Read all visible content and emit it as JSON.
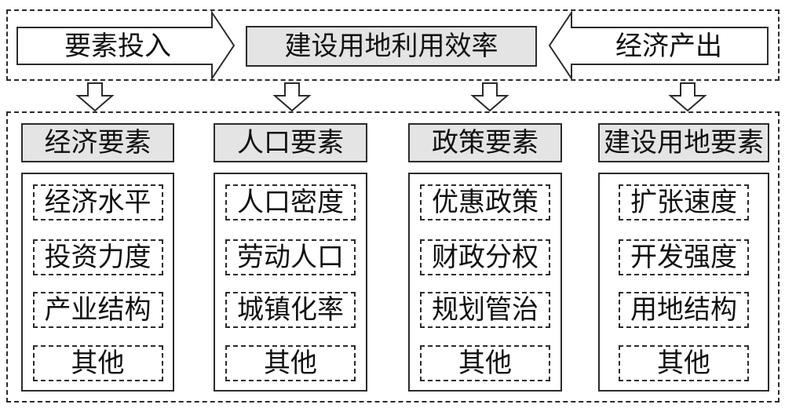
{
  "diagram": {
    "input_label": "要素投入",
    "center_label": "建设用地利用效率",
    "output_label": "经济产出"
  },
  "columns": [
    {
      "header": "经济要素",
      "items": [
        "经济水平",
        "投资力度",
        "产业结构",
        "其他"
      ]
    },
    {
      "header": "人口要素",
      "items": [
        "人口密度",
        "劳动人口",
        "城镇化率",
        "其他"
      ]
    },
    {
      "header": "政策要素",
      "items": [
        "优惠政策",
        "财政分权",
        "规划管治",
        "其他"
      ]
    },
    {
      "header": "建设用地要素",
      "items": [
        "扩张速度",
        "开发强度",
        "用地结构",
        "其他"
      ]
    }
  ],
  "colors": {
    "line": "#2b2b2b",
    "box_fill": "#e4e4e4",
    "text": "#111111",
    "background": "#ffffff"
  }
}
